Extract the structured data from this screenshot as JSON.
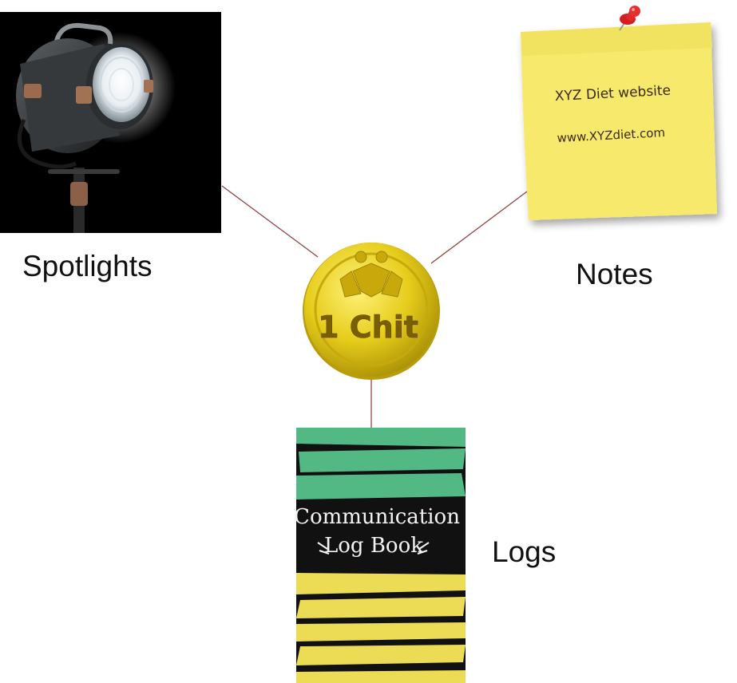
{
  "center": {
    "coin_text": "1 Chit"
  },
  "nodes": {
    "spotlights": {
      "label": "Spotlights"
    },
    "notes": {
      "label": "Notes",
      "sticky_line1": "XYZ Diet  website",
      "sticky_line2": "www.XYZdiet.com"
    },
    "logs": {
      "label": "Logs",
      "book_title_line1": "Communication",
      "book_title_line2": "Log Book"
    }
  },
  "colors": {
    "connector": "#8b3a3a",
    "coin_gold": "#e6cc1a",
    "sticky_yellow": "#f6e96c",
    "book_green": "#52b985",
    "book_yellow": "#ecdc55",
    "book_black": "#111111"
  }
}
